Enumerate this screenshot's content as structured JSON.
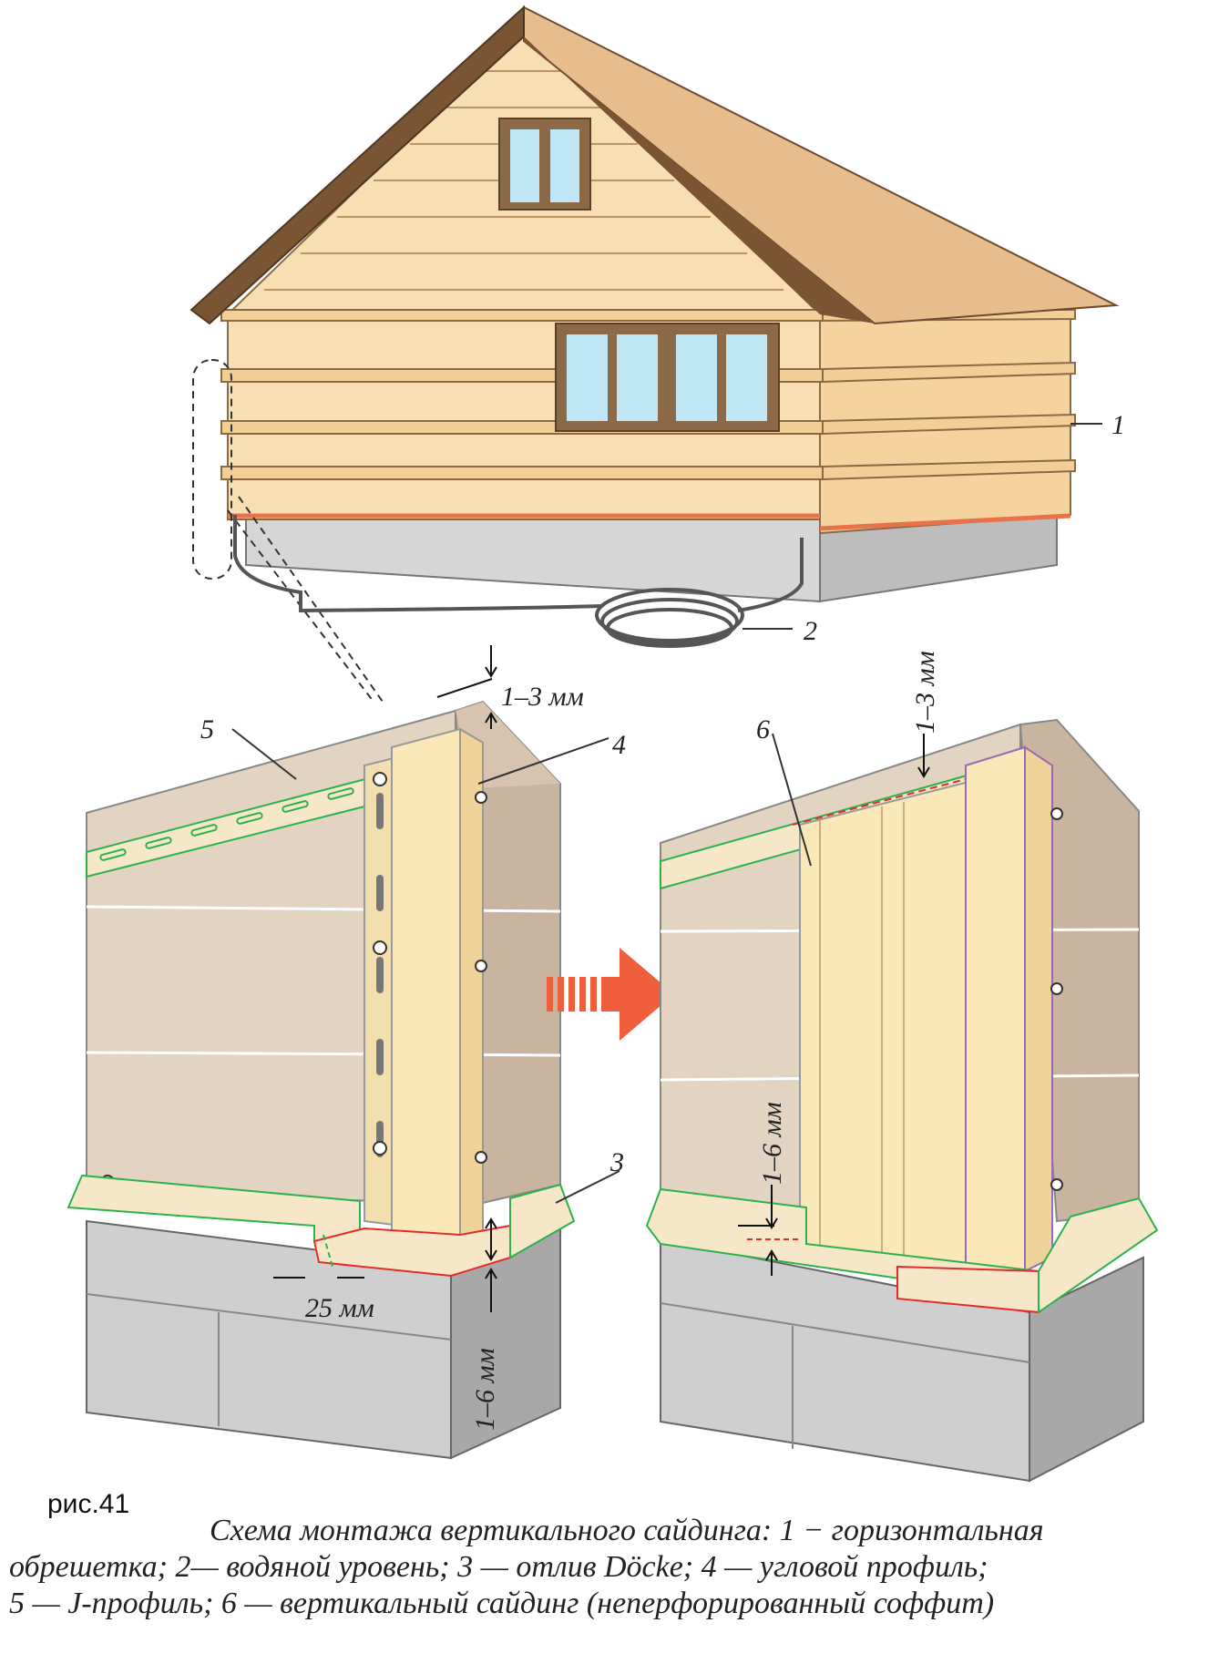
{
  "figure": {
    "labels": {
      "n1": "1",
      "n2": "2",
      "n3": "3",
      "n4": "4",
      "n5": "5",
      "n6": "6",
      "gap_top_left": "1–3 мм",
      "gap_top_right": "1–3 мм",
      "gap_bottom_left": "1–6 мм",
      "gap_bottom_right": "1–6 мм",
      "overlap": "25 мм"
    },
    "colors": {
      "roof": "#e8bd8e",
      "roof_edge": "#6e4b2e",
      "wall": "#f7deb3",
      "batten": "#f3cf98",
      "wall_panel": "#e3d3c1",
      "wall_side": "#c9b49f",
      "siding": "#fbe8b8",
      "plinth": "#cfcfcf",
      "j_profile": "#2bb24c",
      "sill_trim": "#e52b2b",
      "arrow": "#ef5f3c"
    }
  },
  "caption": {
    "prefix": "рис.41",
    "line1": "Схема монтажа вертикального сайдинга: 1 − горизонтальная",
    "line2": "обрешетка; 2— водяной уровень; 3 — отлив Döcke; 4 — угловой профиль;",
    "line3": "5 — J-профиль; 6 — вертикальный сайдинг (неперфорированный соффит)"
  }
}
